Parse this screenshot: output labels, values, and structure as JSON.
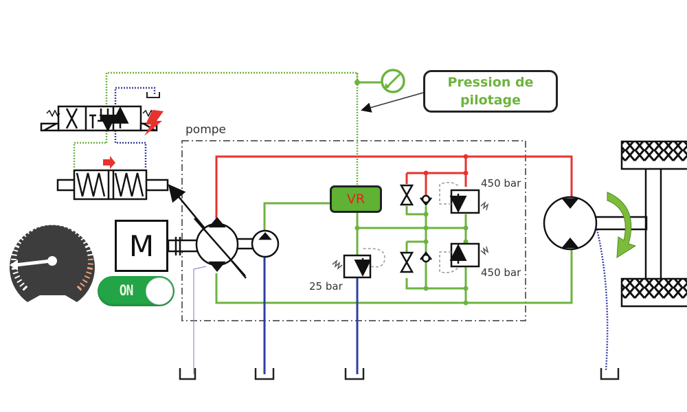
{
  "diagram": {
    "title": "Hydrostatic transmission circuit (circuit fermé)",
    "callout_pilot": {
      "line1": "Pression de",
      "line2": "pilotage"
    },
    "pump_group_label": "pompe",
    "vr_label": "VR",
    "motor_label": "M",
    "toggle": {
      "label": "ON",
      "state": "on"
    },
    "relief_valves": [
      {
        "label": "450 bar",
        "position": "upper"
      },
      {
        "label": "450 bar",
        "position": "lower"
      }
    ],
    "charge_relief_label": "25 bar",
    "gauge": {
      "needle_position": "minimum",
      "redline": true
    },
    "colors": {
      "high_pressure": "#e8322d",
      "low_pressure": "#6db33f",
      "drain": "#2d3f9e",
      "pilot": "#6db33f",
      "vr_fill": "#5fb233",
      "vr_text": "#e0251b",
      "toggle_on": "#22a447",
      "electric_symbol": "#e8322d"
    },
    "tanks": [
      "tank-pump-case",
      "tank-charge-pump",
      "tank-vr",
      "tank-motor-case"
    ]
  }
}
